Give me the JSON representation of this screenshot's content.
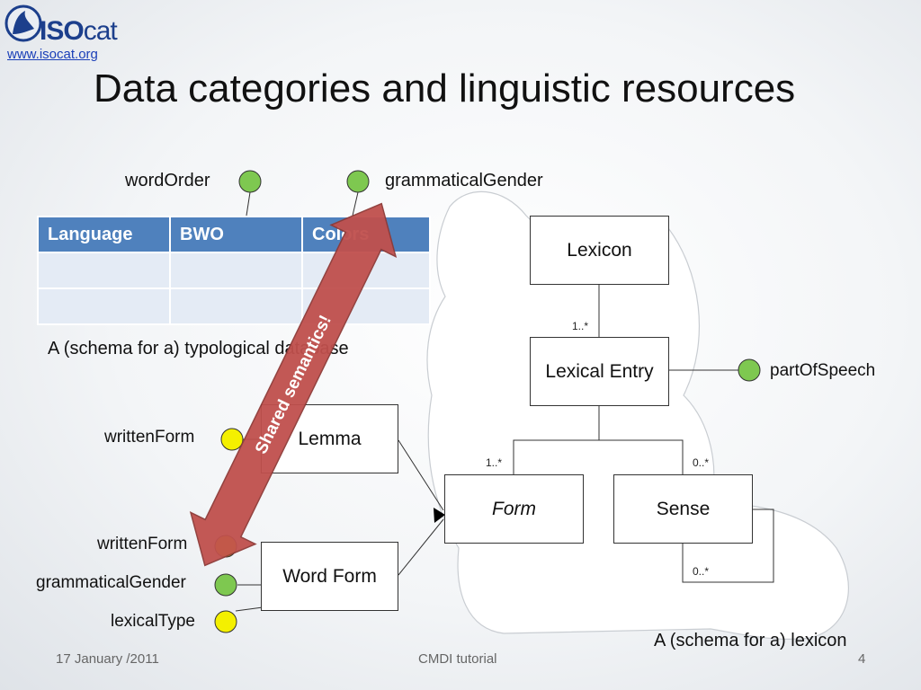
{
  "logo": {
    "brand_iso": "ISO",
    "brand_cat": "cat",
    "url": "www.isocat.org"
  },
  "title": "Data categories and linguistic resources",
  "typology": {
    "columns": [
      "Language",
      "BWO",
      "Colors"
    ],
    "rows": [
      [
        "",
        "",
        ""
      ],
      [
        "",
        "",
        ""
      ]
    ],
    "caption": "A (schema for a) typological database",
    "data_categories": {
      "word_order": "wordOrder",
      "grammatical_gender": "grammaticalGender"
    }
  },
  "lexicon": {
    "classes": {
      "lexicon": "Lexicon",
      "lexical_entry": "Lexical Entry",
      "form": "Form",
      "sense": "Sense",
      "lemma": "Lemma",
      "word_form": "Word Form"
    },
    "multiplicities": {
      "lexicon_entry": "1..*",
      "entry_form": "1..*",
      "entry_sense": "0..*",
      "sense_self": "0..*"
    },
    "data_categories": {
      "part_of_speech": "partOfSpeech",
      "lemma_written_form": "writtenForm",
      "wf_written_form": "writtenForm",
      "wf_grammatical_gender": "grammaticalGender",
      "wf_lexical_type": "lexicalType"
    },
    "caption": "A (schema for a) lexicon"
  },
  "arrow_label": "Shared semantics!",
  "colors": {
    "green_dc": "#7ec850",
    "yellow_dc": "#f4f000",
    "arrow": "#c0504d",
    "table_header": "#4f81bd"
  },
  "footer": {
    "date": "17 January /2011",
    "center": "CMDI tutorial",
    "page": "4"
  }
}
